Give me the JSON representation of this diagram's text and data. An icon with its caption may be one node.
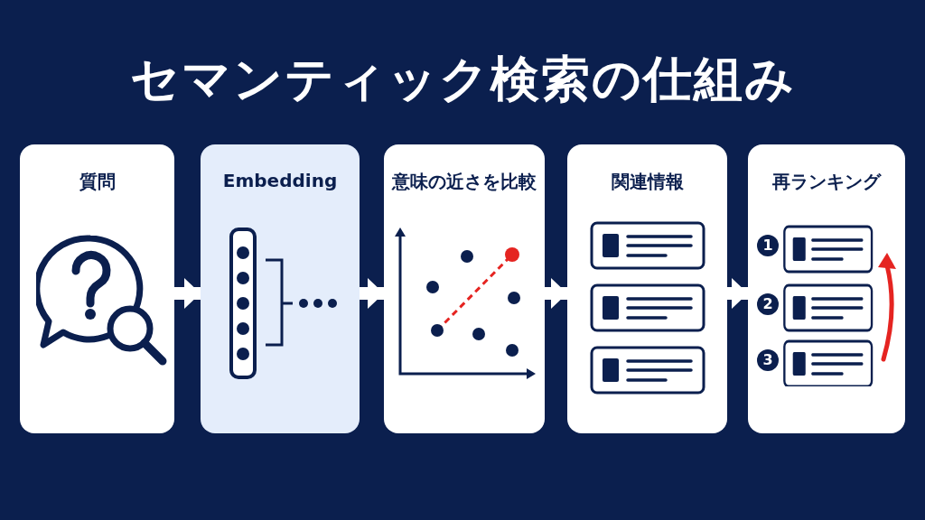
{
  "diagram": {
    "title": "セマンティック検索の仕組み",
    "nodes": [
      {
        "text": [
          "質問"
        ]
      },
      {
        "text": [
          "Embedding"
        ]
      },
      {
        "text": [
          "意味の近さを比較"
        ]
      },
      {
        "text": [
          "関連情報"
        ]
      },
      {
        "text": [
          "再ランキング"
        ]
      }
    ],
    "edges": [
      {
        "from": 0,
        "to": 1,
        "arrow": "to"
      },
      {
        "from": 1,
        "to": 2,
        "arrow": "to"
      },
      {
        "from": 2,
        "to": 3,
        "arrow": "to"
      },
      {
        "from": 3,
        "to": 4,
        "arrow": "to"
      }
    ],
    "labels": [
      "1",
      "2",
      "3"
    ]
  }
}
